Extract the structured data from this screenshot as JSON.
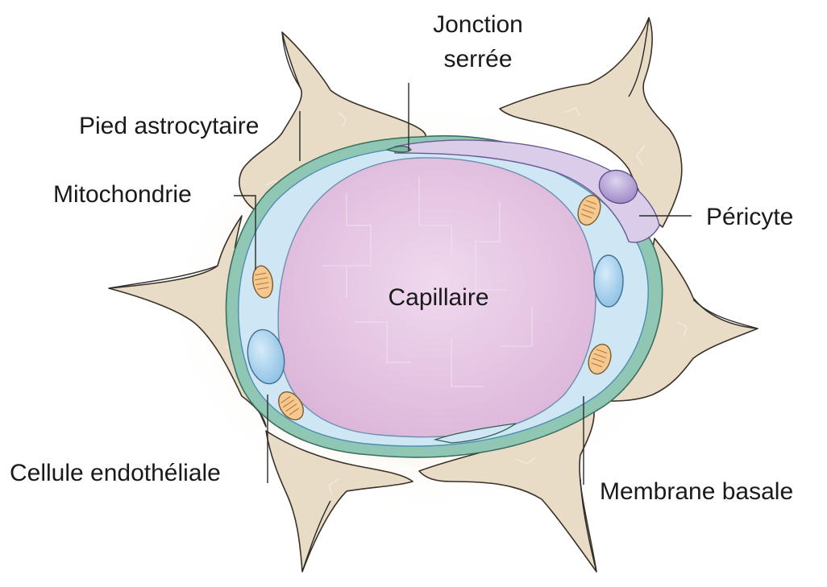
{
  "labels": {
    "tight_junction": [
      "Jonction",
      "serrée"
    ],
    "astrocyte_foot": "Pied astrocytaire",
    "mitochondria": "Mitochondrie",
    "pericyte": "Péricyte",
    "capillary": "Capillaire",
    "endothelial_cell": "Cellule endothéliale",
    "basement_membrane": "Membrane basale"
  },
  "colors": {
    "astrocyte": "#e8dcc6",
    "basement_membrane": "#8fc7b4",
    "endothelium": "#cfe6f4",
    "lumen": "#e7c8e4",
    "pericyte": "#d9cdea",
    "pericyte_nucleus": "#b6a4d6",
    "nucleus": "#a9d3ef",
    "mitochondria": "#f3c98f"
  }
}
